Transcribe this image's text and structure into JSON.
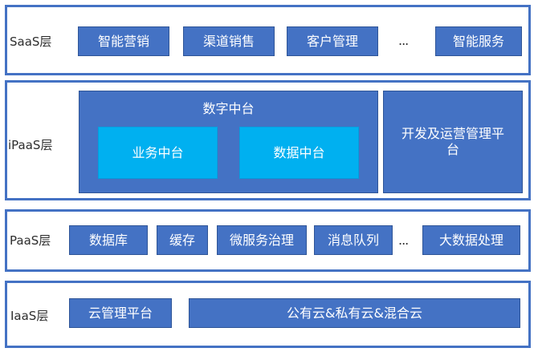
{
  "saas": {
    "label": "SaaS层",
    "items": [
      "智能营销",
      "渠道销售",
      "客户管理",
      "智能服务"
    ],
    "ellipsis": "..."
  },
  "ipaas": {
    "label": "iPaaS层",
    "digital_center": "数字中台",
    "business_center": "业务中台",
    "data_center": "数据中台",
    "devops": "开发及运营管理平台"
  },
  "paas": {
    "label": "PaaS层",
    "items": [
      "数据库",
      "缓存",
      "微服务治理",
      "消息队列",
      "大数据处理"
    ],
    "ellipsis": "..."
  },
  "iaas": {
    "label": "IaaS层",
    "items": [
      "云管理平台",
      "公有云&私有云&混合云"
    ]
  },
  "colors": {
    "border": "#4472c4",
    "box": "#4472c4",
    "inner_box": "#00b0f0"
  }
}
